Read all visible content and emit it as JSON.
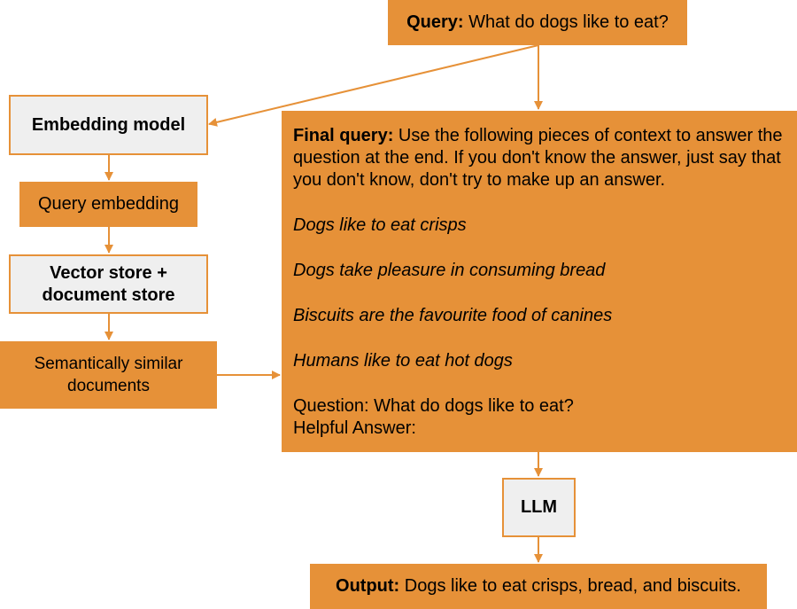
{
  "query_box": {
    "label": "Query:",
    "text": "What do dogs like to eat?"
  },
  "embedding_model": {
    "label": "Embedding model"
  },
  "query_embedding": {
    "label": "Query embedding"
  },
  "vector_store": {
    "line1": "Vector store +",
    "line2": "document store"
  },
  "similar_docs": {
    "line1": "Semantically similar",
    "line2": "documents"
  },
  "final_query": {
    "label": "Final query:",
    "instruction": "Use the following pieces of context to answer the question at the end. If you don't know the answer, just say that you don't know, don't try to make up an answer.",
    "contexts": [
      "Dogs like to eat crisps",
      "Dogs take pleasure in consuming bread",
      "Biscuits are the favourite food of canines",
      "Humans like to eat hot dogs"
    ],
    "question": "Question: What do dogs like to eat?",
    "answer_prompt": "Helpful Answer:"
  },
  "llm": {
    "label": "LLM"
  },
  "output": {
    "label": "Output:",
    "text": "Dogs like to eat crisps, bread, and biscuits."
  },
  "colors": {
    "accent": "#e69138",
    "box_gray": "#efefef"
  }
}
